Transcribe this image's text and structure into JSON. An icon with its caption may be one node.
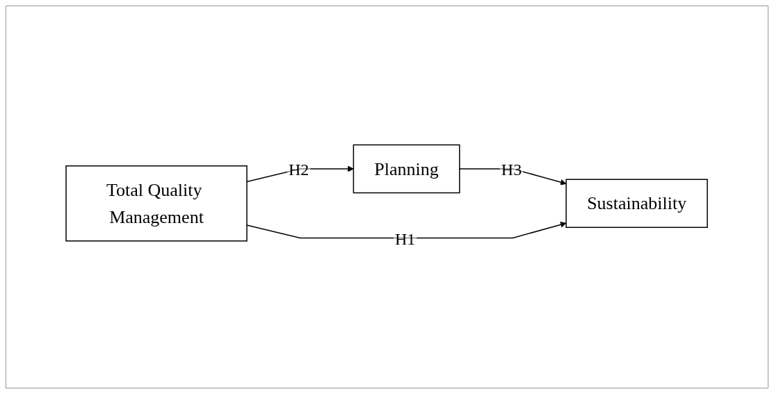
{
  "diagram": {
    "nodes": [
      {
        "text": [
          "Planning"
        ]
      },
      {
        "text": [
          "Total Quality Management"
        ]
      },
      {
        "text": [
          "Sustainability"
        ]
      }
    ],
    "edges": [
      {
        "from": 1,
        "to": 0,
        "arrow": "to",
        "label": "H2"
      },
      {
        "from": 0,
        "to": 2,
        "arrow": "to",
        "label": "H3"
      },
      {
        "from": 1,
        "to": 2,
        "arrow": "to",
        "label": "H1"
      }
    ]
  }
}
